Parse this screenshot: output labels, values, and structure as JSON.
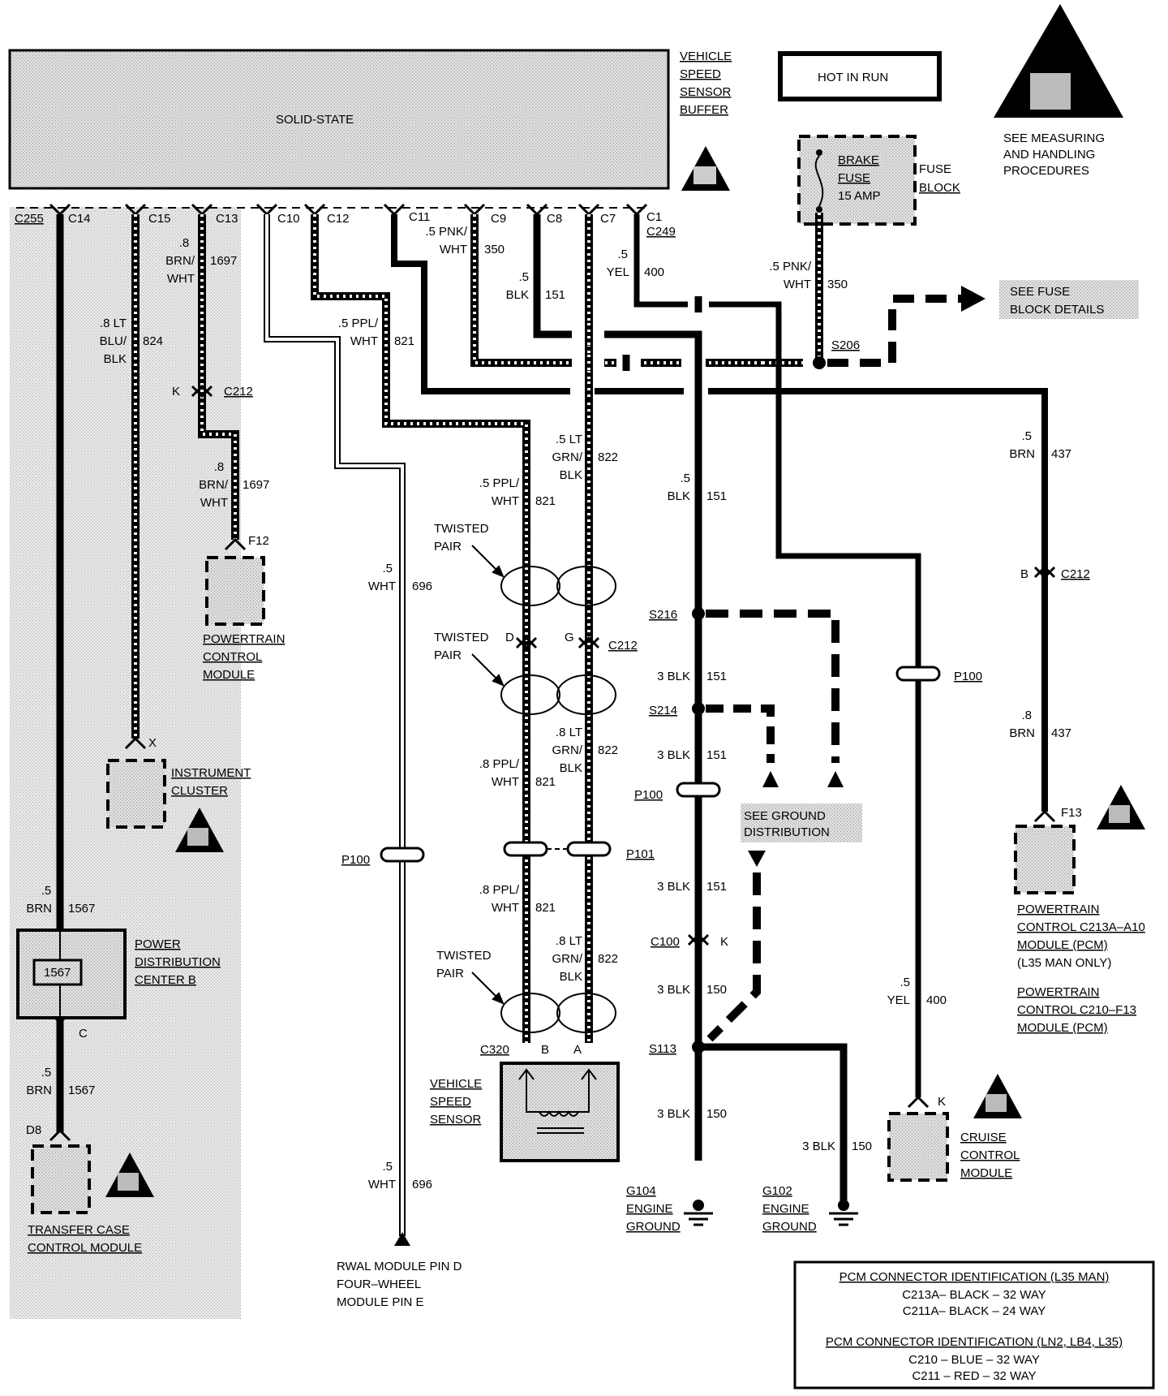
{
  "diagram": {
    "buffer": {
      "title_lines": [
        "VEHICLE",
        "SPEED",
        "SENSOR",
        "BUFFER"
      ],
      "inner_label": "SOLID-STATE"
    },
    "hot_in_run": "HOT IN RUN",
    "esd_note": [
      "SEE MEASURING",
      "AND HANDLING",
      "PROCEDURES"
    ],
    "fuse": {
      "name_lines": [
        "BRAKE",
        "FUSE",
        "15 AMP"
      ],
      "block_lines": [
        "FUSE",
        "BLOCK"
      ]
    },
    "see_fuse_block": [
      "SEE FUSE",
      "BLOCK DETAILS"
    ],
    "see_ground": [
      "SEE GROUND",
      "DISTRIBUTION"
    ],
    "buffer_connectors": {
      "c255": "C255",
      "c14": "C14",
      "c15": "C15",
      "c13": "C13",
      "c10": "C10",
      "c12": "C12",
      "c11": "C11",
      "c9": "C9",
      "c8": "C8",
      "c7": "C7",
      "c1": "C1",
      "c249": "C249"
    },
    "wires": {
      "w1697a": [
        ".8",
        "BRN/",
        "WHT",
        "1697"
      ],
      "w1697b": [
        ".8",
        "BRN/",
        "WHT",
        "1697"
      ],
      "w824": [
        ".8 LT",
        "BLU/",
        "BLK",
        "824"
      ],
      "w821a": [
        ".5 PPL/",
        "WHT",
        "821"
      ],
      "w821b": [
        ".5 PPL/",
        "WHT",
        "821"
      ],
      "w821c": [
        ".8 PPL/",
        "WHT",
        "821"
      ],
      "w821d": [
        ".8 PPL/",
        "WHT",
        "821"
      ],
      "w822a": [
        ".5 LT",
        "GRN/",
        "BLK",
        "822"
      ],
      "w822b": [
        ".8 LT",
        "GRN/",
        "BLK",
        "822"
      ],
      "w822c": [
        ".8 LT",
        "GRN/",
        "BLK",
        "822"
      ],
      "w350a": [
        ".5 PNK/",
        "WHT",
        "350"
      ],
      "w350b": [
        ".5 PNK/",
        "WHT",
        "350"
      ],
      "w151a": [
        ".5",
        "BLK",
        "151"
      ],
      "w151b": [
        ".5",
        "BLK",
        "151"
      ],
      "w151c": [
        "3 BLK",
        "151"
      ],
      "w151d": [
        "3 BLK",
        "151"
      ],
      "w151e": [
        "3 BLK",
        "151"
      ],
      "w150a": [
        "3 BLK",
        "150"
      ],
      "w150b": [
        "3 BLK",
        "150"
      ],
      "w150c": [
        "3 BLK",
        "150"
      ],
      "w400a": [
        ".5",
        "YEL",
        "400"
      ],
      "w400b": [
        ".5",
        "YEL",
        "400"
      ],
      "w437a": [
        ".5",
        "BRN",
        "437"
      ],
      "w437b": [
        ".8",
        "BRN",
        "437"
      ],
      "w696a": [
        ".5",
        "WHT",
        "696"
      ],
      "w696b": [
        ".5",
        "WHT",
        "696"
      ],
      "w1567a": [
        ".5",
        "BRN",
        "1567"
      ],
      "w1567b": [
        ".5",
        "BRN",
        "1567"
      ]
    },
    "connectors": {
      "k_c212": [
        "K",
        "C212"
      ],
      "f12": "F12",
      "x": "X",
      "c212_dg": [
        "D",
        "G",
        "C212"
      ],
      "p100_left": "P100",
      "p101": "P101",
      "p100_mid": "P100",
      "p100_right": "P100",
      "c100": [
        "C100",
        "K"
      ],
      "b_c212": [
        "B",
        "C212"
      ],
      "f13": "F13",
      "c320": [
        "C320",
        "B",
        "A"
      ],
      "k_cruise": "K",
      "c": "C",
      "d8": "D8"
    },
    "splices": {
      "s206": "S206",
      "s216": "S216",
      "s214": "S214",
      "s113": "S113"
    },
    "twisted_pair": [
      "TWISTED",
      "PAIR"
    ],
    "components": {
      "pcm_left": [
        "POWERTRAIN",
        "CONTROL",
        "MODULE"
      ],
      "instrument": [
        "INSTRUMENT",
        "CLUSTER"
      ],
      "pdc": [
        "POWER",
        "DISTRIBUTION",
        "CENTER B"
      ],
      "pdc_inner": "1567",
      "tccm": [
        "TRANSFER CASE",
        "CONTROL MODULE"
      ],
      "vss": [
        "VEHICLE",
        "SPEED",
        "SENSOR"
      ],
      "cruise": [
        "CRUISE",
        "CONTROL",
        "MODULE"
      ],
      "pcm_right_1": [
        "POWERTRAIN",
        "CONTROL C213A–A10",
        "MODULE (PCM)",
        "(L35 MAN ONLY)"
      ],
      "pcm_right_2": [
        "POWERTRAIN",
        "CONTROL C210–F13",
        "MODULE (PCM)"
      ],
      "rwal": [
        "RWAL MODULE PIN D",
        "FOUR–WHEEL",
        "MODULE PIN E"
      ]
    },
    "grounds": {
      "g104": [
        "G104",
        "ENGINE",
        "GROUND"
      ],
      "g102": [
        "G102",
        "ENGINE",
        "GROUND"
      ]
    },
    "pcm_id": {
      "title1": "PCM CONNECTOR IDENTIFICATION (L35 MAN)",
      "l1": "C213A– BLACK – 32 WAY",
      "l2": "C211A– BLACK – 24 WAY",
      "title2": "PCM CONNECTOR IDENTIFICATION (LN2, LB4, L35)",
      "l3": "C210 – BLUE  – 32 WAY",
      "l4": "C211 – RED   – 32 WAY"
    }
  }
}
